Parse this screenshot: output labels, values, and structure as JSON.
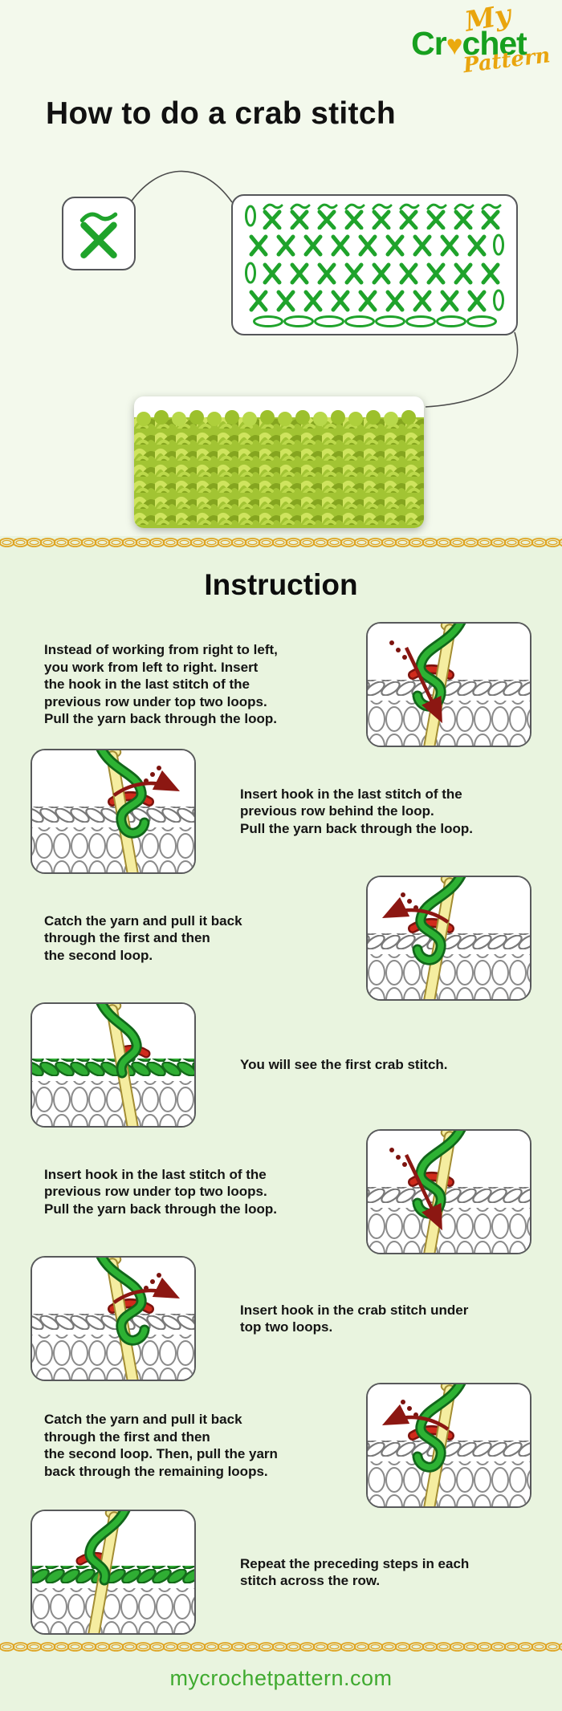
{
  "header": {
    "logo": {
      "line1": "My",
      "word_start": "Cr",
      "heart_glyph": "♥",
      "word_end": "chet",
      "line3": "Pattern"
    }
  },
  "page": {
    "title": "How to do a crab stitch",
    "section_heading": "Instruction"
  },
  "diagram": {
    "symbol": "crab-stitch-icon",
    "rows": [
      [
        "chain",
        "crab",
        "crab",
        "crab",
        "crab",
        "crab",
        "crab",
        "crab",
        "crab",
        "crab"
      ],
      [
        "x",
        "x",
        "x",
        "x",
        "x",
        "x",
        "x",
        "x",
        "x",
        "chain"
      ],
      [
        "chain",
        "x",
        "x",
        "x",
        "x",
        "x",
        "x",
        "x",
        "x",
        "x"
      ],
      [
        "x",
        "x",
        "x",
        "x",
        "x",
        "x",
        "x",
        "x",
        "x",
        "chain"
      ],
      [
        "flat-chain",
        "flat-chain",
        "flat-chain",
        "flat-chain",
        "flat-chain",
        "flat-chain",
        "flat-chain",
        "flat-chain"
      ]
    ]
  },
  "steps": [
    {
      "side": "image-right",
      "text": "Instead of working from right to left,\nyou work from left to right. Insert\nthe hook in the last stitch of the\nprevious row under top two loops.\nPull the yarn back through the loop."
    },
    {
      "side": "image-left",
      "text": "Insert hook in the last stitch of the\nprevious row behind the loop.\nPull the yarn back through the loop."
    },
    {
      "side": "image-right",
      "text": "Catch the yarn and pull it back\nthrough the first and then\nthe second loop."
    },
    {
      "side": "image-left",
      "text": "You will see the first crab stitch."
    },
    {
      "side": "image-right",
      "text": "Insert hook in the last stitch of the\nprevious row under top two loops.\nPull the yarn back through the loop."
    },
    {
      "side": "image-left",
      "text": "Insert hook in the crab stitch under\ntop two loops."
    },
    {
      "side": "image-right",
      "text": "Catch the yarn and pull it back\nthrough the first and then\nthe second loop. Then, pull the yarn\nback through the remaining loops."
    },
    {
      "side": "image-left",
      "text": "Repeat the preceding steps in each\nstitch across the row."
    }
  ],
  "footer": {
    "url": "mycrochetpattern.com"
  },
  "colors": {
    "background_top": "#f3f9ec",
    "background": "#e9f4df",
    "diagram_green": "#1fa32b",
    "logo_green": "#17a01f",
    "gold": "#e9a50e",
    "chain_gold": "#dfa422",
    "footer_green": "#3faa2f",
    "step_text": "#141414",
    "yarn_red": "#d02b1c",
    "hook_yellow": "#f5eda0"
  }
}
